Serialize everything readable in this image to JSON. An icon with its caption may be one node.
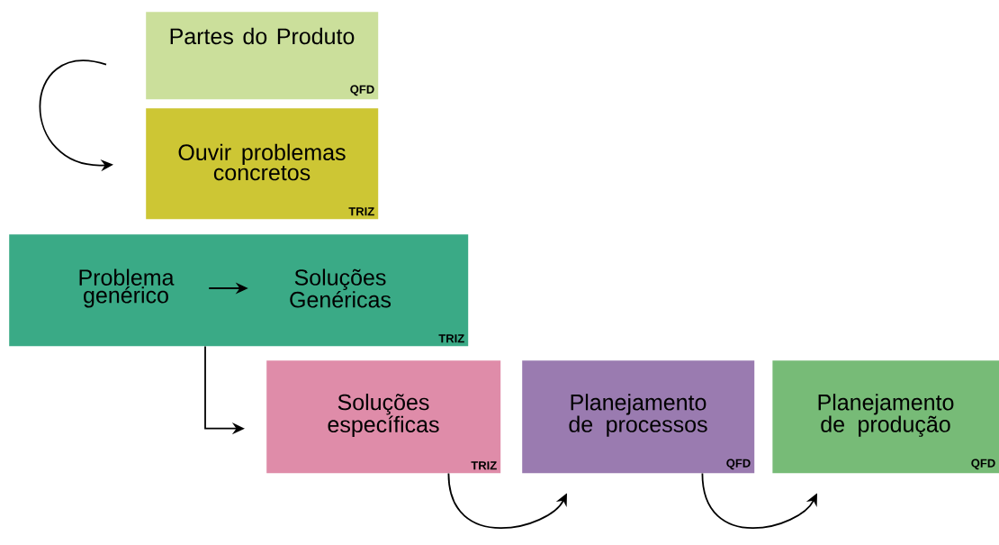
{
  "diagram": {
    "nodes": [
      {
        "text": [
          "Partes do Produto",
          "QFD"
        ]
      },
      {
        "text": [
          "Ouvir problemas concretos",
          "TRIZ"
        ]
      },
      {
        "text": [
          "TRIZ"
        ]
      },
      {
        "text": [
          "Problema genérico"
        ],
        "in": 2
      },
      {
        "text": [
          "Soluções Genéricas"
        ],
        "in": 2
      },
      {
        "text": [
          "Soluções específicas",
          "TRIZ"
        ]
      },
      {
        "text": [
          "Planejamento de processos",
          "QFD"
        ]
      },
      {
        "text": [
          "Planejamento de produção",
          "QFD"
        ]
      }
    ],
    "edges": [
      {
        "from": 0,
        "to": 1,
        "arrow": "to"
      },
      {
        "from": 3,
        "to": 4,
        "arrow": "to"
      },
      {
        "from": 2,
        "to": 5,
        "arrow": "to"
      },
      {
        "from": 5,
        "to": 6,
        "arrow": "to"
      },
      {
        "from": 6,
        "to": 7,
        "arrow": "to"
      }
    ]
  }
}
